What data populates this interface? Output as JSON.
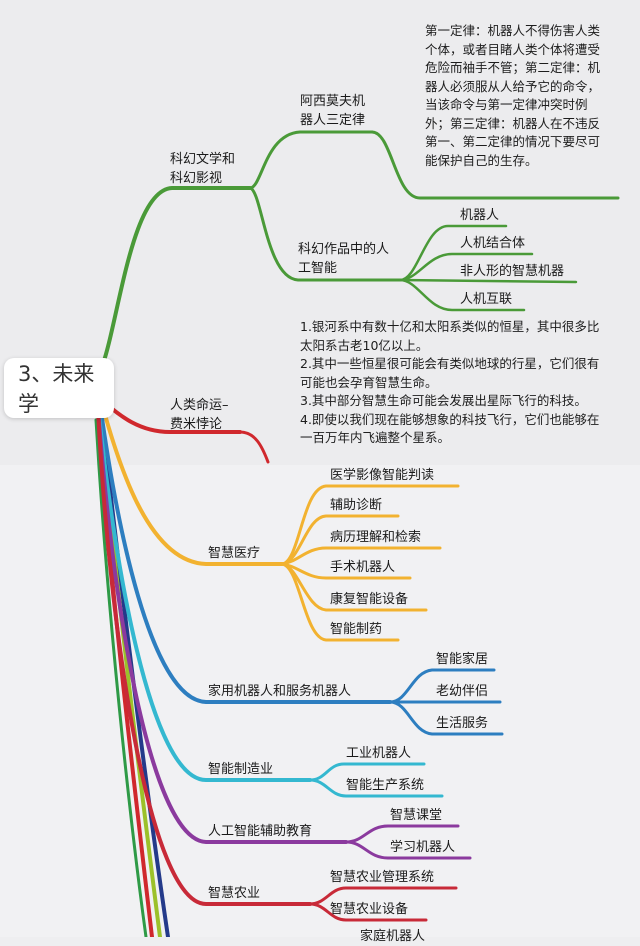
{
  "root": "3、未来学",
  "branch_scifi": {
    "label_line1": "科幻文学和",
    "label_line2": "科幻影视",
    "asimov_line1": "阿西莫夫机",
    "asimov_line2": "器人三定律",
    "asimov_text": "第一定律：机器人不得伤害人类个体，或者目睹人类个体将遭受危险而袖手不管；第二定律：机器人必须服从人给予它的命令，当该命令与第一定律冲突时例外；第三定律：机器人在不违反第一、第二定律的情况下要尽可能保护自己的生存。",
    "ai_works_line1": "科幻作品中的人",
    "ai_works_line2": "工智能",
    "ai_works_items": [
      "机器人",
      "人机结合体",
      "非人形的智慧机器",
      "人机互联"
    ]
  },
  "branch_fermi": {
    "label_line1": "人类命运–",
    "label_line2": "费米悖论",
    "lines": [
      " 1.银河系中有数十亿和太阳系类似的恒星，其中很多比太阳系古老10亿以上。",
      "2.其中一些恒星很可能会有类似地球的行星，它们很有可能也会孕育智慧生命。",
      "3.其中部分智慧生命可能会发展出星际飞行的科技。",
      "4.即使以我们现在能够想象的科技飞行，它们也能够在一百万年内飞遍整个星系。"
    ]
  },
  "branch_medical": {
    "label": "智慧医疗",
    "items": [
      "医学影像智能判读",
      "辅助诊断",
      "病历理解和检索",
      "手术机器人",
      "康复智能设备",
      "智能制药"
    ]
  },
  "branch_home": {
    "label": "家用机器人和服务机器人",
    "items": [
      "智能家居",
      "老幼伴侣",
      "生活服务"
    ]
  },
  "branch_mfg": {
    "label": "智能制造业",
    "items": [
      "工业机器人",
      "智能生产系统"
    ]
  },
  "branch_edu": {
    "label": "人工智能辅助教育",
    "items": [
      "智慧课堂",
      "学习机器人"
    ]
  },
  "branch_agri": {
    "label": "智慧农业",
    "items": [
      "智慧农业管理系统",
      "智慧农业设备"
    ]
  },
  "cut_off_label": "家庭机器人",
  "colors": {
    "green": "#4a9a38",
    "red": "#d0282d",
    "orange": "#f2b230",
    "blue": "#2d7ec0",
    "cyan": "#34b8d0",
    "purple": "#8b3a9e",
    "crimson": "#c82a38",
    "darkblue": "#243a8a",
    "yellowgreen": "#9cc12a"
  }
}
